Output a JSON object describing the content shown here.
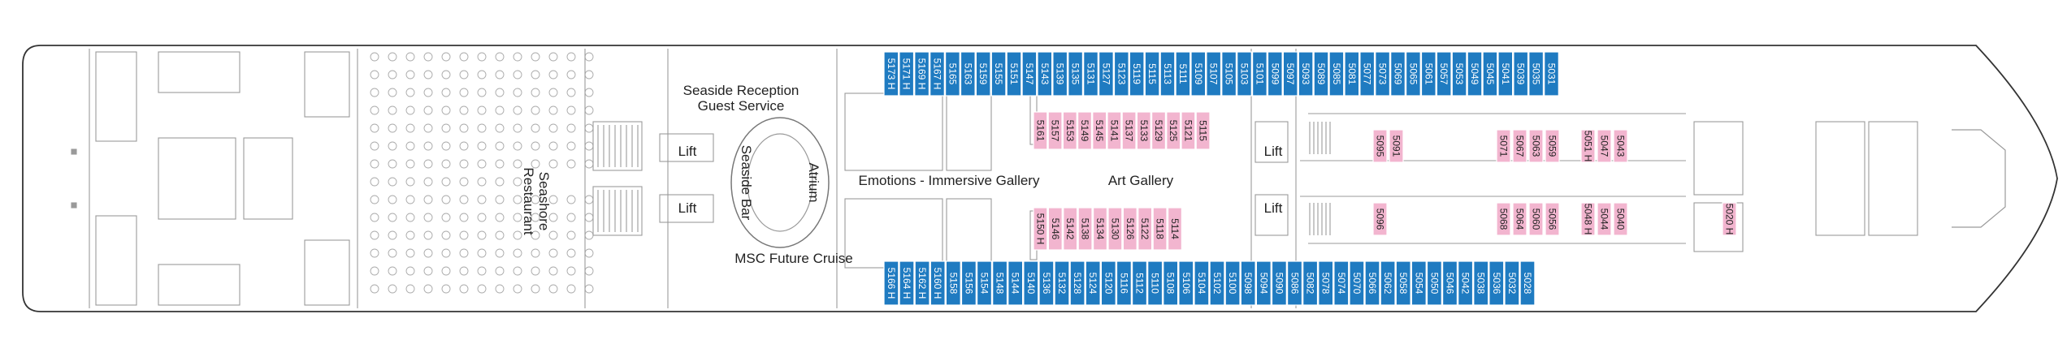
{
  "colors": {
    "balcony": "#1f7bc1",
    "interior": "#f2b5cf",
    "outline": "#333333",
    "structure": "#9a9a9a",
    "dark_cabin_text": "#ffffff",
    "light_cabin_text": "#222222"
  },
  "access_marker": "H",
  "areas": {
    "seaside_reception": [
      "Seaside Reception",
      "Guest Service"
    ],
    "seashore_restaurant": [
      "Seashore",
      "Restaurant"
    ],
    "lift": "Lift",
    "seaside_bar": "Seaside Bar",
    "atrium": "Atrium",
    "emotions_gallery": "Emotions - Immersive Gallery",
    "art_gallery": "Art Gallery",
    "msc_future_cruise": "MSC Future Cruise"
  },
  "cabins": {
    "upper_outer": [
      "5173 H",
      "5171 H",
      "5169 H",
      "5167 H",
      "5165",
      "5163",
      "5159",
      "5155",
      "5151",
      "5147",
      "5143",
      "5139",
      "5135",
      "5131",
      "5127",
      "5123",
      "5119",
      "5115",
      "5113",
      "5111",
      "5109",
      "5107",
      "5105",
      "5103",
      "5101",
      "5099",
      "5097",
      "5093",
      "5089",
      "5085",
      "5081",
      "5077",
      "5073",
      "5069",
      "5065",
      "5061",
      "5057",
      "5053",
      "5049",
      "5045",
      "5041",
      "5039",
      "5035",
      "5031"
    ],
    "upper_inner": [
      "5161",
      "5157",
      "5153",
      "5149",
      "5145",
      "5141",
      "5137",
      "5133",
      "5129",
      "5125",
      "5121",
      "5115"
    ],
    "upper_inner_fwd": [
      "5095",
      "5091",
      "5071",
      "5067",
      "5063",
      "5059",
      "5051 H",
      "5047",
      "5043"
    ],
    "lower_inner": [
      "5150 H",
      "5146",
      "5142",
      "5138",
      "5134",
      "5130",
      "5126",
      "5122",
      "5118",
      "5114"
    ],
    "lower_inner_fwd": [
      "5096",
      "5068",
      "5064",
      "5060",
      "5056",
      "5048 H",
      "5044",
      "5040",
      "5020 H"
    ],
    "lower_outer": [
      "5166 H",
      "5164 H",
      "5162 H",
      "5160 H",
      "5158",
      "5156",
      "5154",
      "5148",
      "5144",
      "5140",
      "5136",
      "5132",
      "5128",
      "5124",
      "5120",
      "5116",
      "5112",
      "5110",
      "5108",
      "5106",
      "5104",
      "5102",
      "5100",
      "5098",
      "5094",
      "5090",
      "5086",
      "5082",
      "5078",
      "5074",
      "5070",
      "5066",
      "5062",
      "5058",
      "5054",
      "5050",
      "5046",
      "5042",
      "5038",
      "5036",
      "5032",
      "5028"
    ]
  }
}
